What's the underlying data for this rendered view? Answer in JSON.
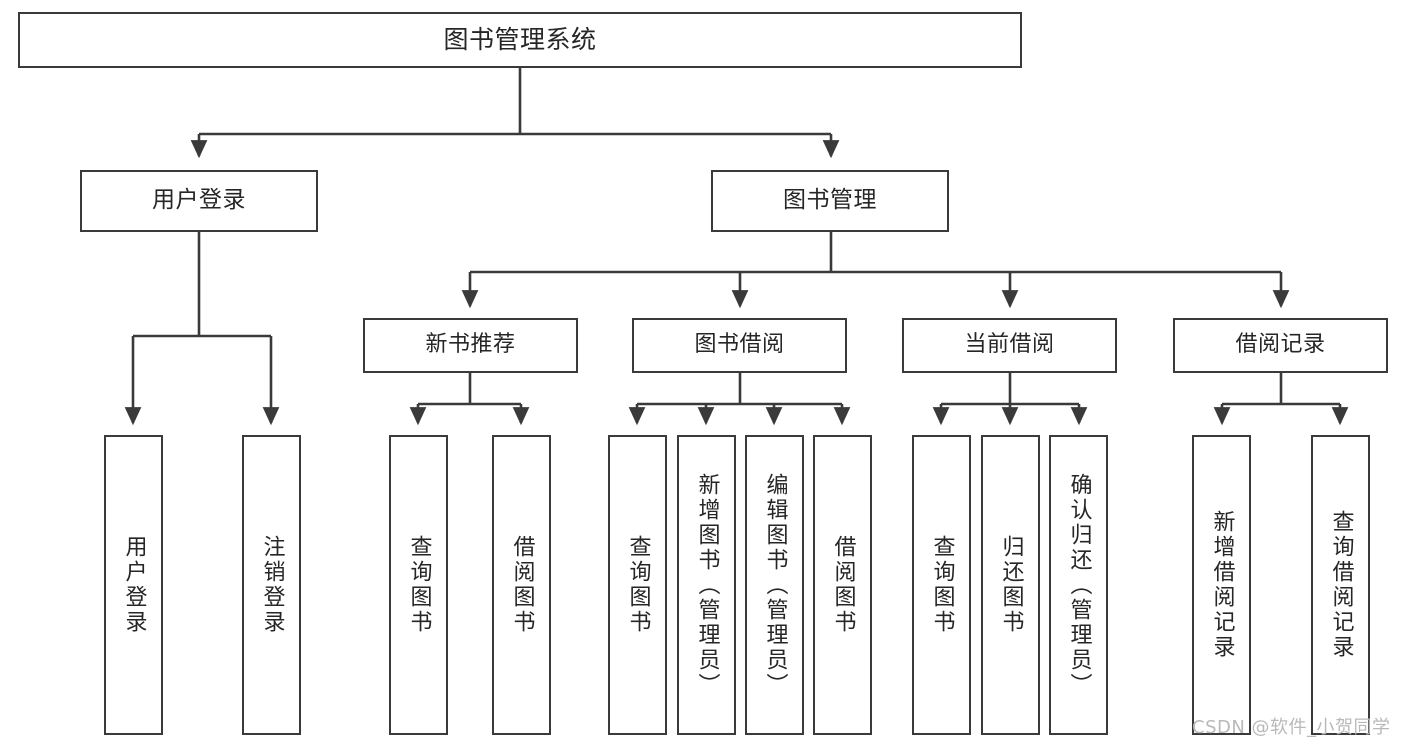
{
  "diagram": {
    "title": "图书管理系统",
    "type": "tree-hierarchy",
    "watermark": "CSDN @软件_小贺同学",
    "stroke_color": "#3a3a3a",
    "fill_color": "#ffffff",
    "text_color": "#262626",
    "watermark_color": "#b9b9b9"
  },
  "nodes": {
    "root": {
      "label": "图书管理系统"
    },
    "level2": [
      {
        "label": "用户登录"
      },
      {
        "label": "图书管理"
      }
    ],
    "level3": [
      {
        "label": "新书推荐"
      },
      {
        "label": "图书借阅"
      },
      {
        "label": "当前借阅"
      },
      {
        "label": "借阅记录"
      }
    ],
    "leaves": {
      "user_login": [
        {
          "label": "用户登录"
        },
        {
          "label": "注销登录"
        }
      ],
      "new_book": [
        {
          "label": "查询图书"
        },
        {
          "label": "借阅图书"
        }
      ],
      "book_borrow": [
        {
          "label": "查询图书"
        },
        {
          "label": "新增图书（管理员）"
        },
        {
          "label": "编辑图书（管理员）"
        },
        {
          "label": "借阅图书"
        }
      ],
      "current_borrow": [
        {
          "label": "查询图书"
        },
        {
          "label": "归还图书"
        },
        {
          "label": "确认归还（管理员）"
        }
      ],
      "borrow_record": [
        {
          "label": "新增借阅记录"
        },
        {
          "label": "查询借阅记录"
        }
      ]
    }
  },
  "chart_data": {
    "type": "table",
    "title": "图书管理系统 功能结构图",
    "tree": [
      {
        "name": "图书管理系统",
        "children": [
          {
            "name": "用户登录",
            "children": [
              {
                "name": "用户登录"
              },
              {
                "name": "注销登录"
              }
            ]
          },
          {
            "name": "图书管理",
            "children": [
              {
                "name": "新书推荐",
                "children": [
                  {
                    "name": "查询图书"
                  },
                  {
                    "name": "借阅图书"
                  }
                ]
              },
              {
                "name": "图书借阅",
                "children": [
                  {
                    "name": "查询图书"
                  },
                  {
                    "name": "新增图书（管理员）"
                  },
                  {
                    "name": "编辑图书（管理员）"
                  },
                  {
                    "name": "借阅图书"
                  }
                ]
              },
              {
                "name": "当前借阅",
                "children": [
                  {
                    "name": "查询图书"
                  },
                  {
                    "name": "归还图书"
                  },
                  {
                    "name": "确认归还（管理员）"
                  }
                ]
              },
              {
                "name": "借阅记录",
                "children": [
                  {
                    "name": "新增借阅记录"
                  },
                  {
                    "name": "查询借阅记录"
                  }
                ]
              }
            ]
          }
        ]
      }
    ]
  }
}
